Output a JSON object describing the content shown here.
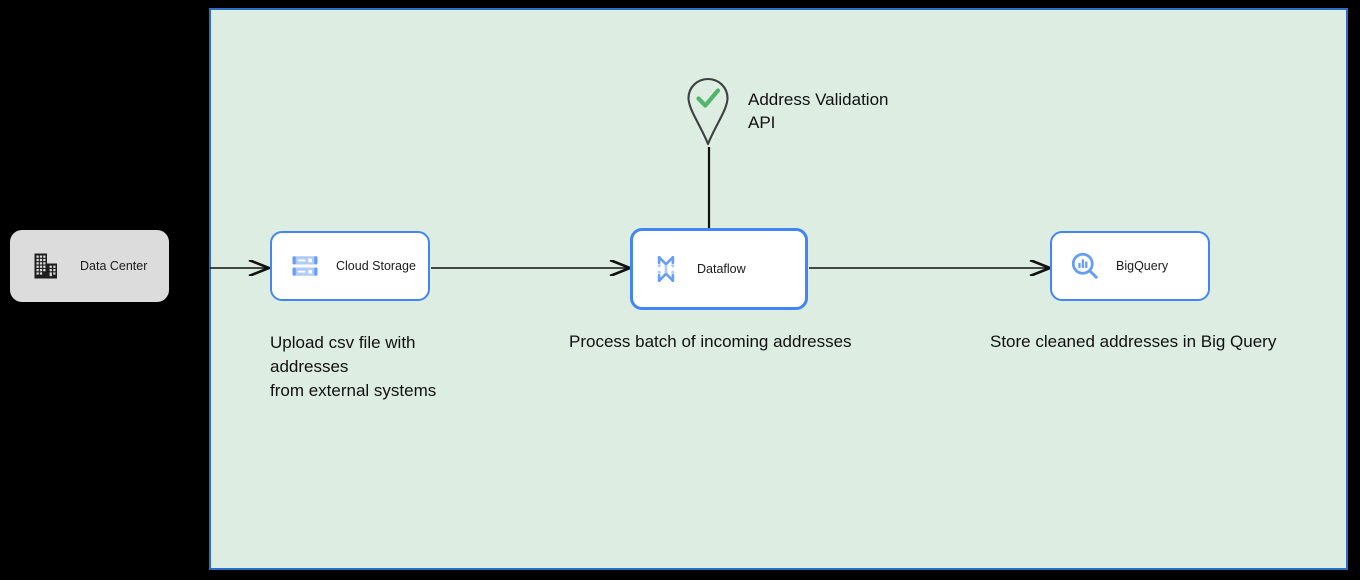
{
  "diagram": {
    "background_color": "#000000",
    "cloud_boundary": {
      "name": "cloud-region",
      "fill_color": "#DEEDE2",
      "border_color": "#2A6FC4"
    },
    "onprem": {
      "label": "Data Center",
      "icon": "building-icon",
      "fill_color": "#DCDCDC"
    },
    "nodes": [
      {
        "id": "cloud-storage",
        "label": "Cloud Storage",
        "icon": "cloud-storage-icon",
        "border_color": "#4285F4",
        "caption": "Upload csv file with addresses\nfrom external systems"
      },
      {
        "id": "dataflow",
        "label": "Dataflow",
        "icon": "dataflow-icon",
        "border_color": "#4285F4",
        "caption": "Process batch of incoming addresses"
      },
      {
        "id": "bigquery",
        "label": "BigQuery",
        "icon": "bigquery-icon",
        "border_color": "#4285F4",
        "caption": "Store cleaned addresses in Big Query"
      }
    ],
    "external_api": {
      "label": "Address Validation\nAPI",
      "icon": "location-pin-check-icon",
      "pin_color": "#3C4043",
      "check_color": "#52B56B"
    },
    "connectors": [
      {
        "name": "datacenter-to-cloud-storage",
        "from": "Data Center",
        "to": "Cloud Storage"
      },
      {
        "name": "cloud-storage-to-dataflow",
        "from": "Cloud Storage",
        "to": "Dataflow"
      },
      {
        "name": "dataflow-to-bigquery",
        "from": "Dataflow",
        "to": "BigQuery"
      },
      {
        "name": "api-to-dataflow",
        "from": "Address Validation API",
        "to": "Dataflow"
      }
    ]
  }
}
